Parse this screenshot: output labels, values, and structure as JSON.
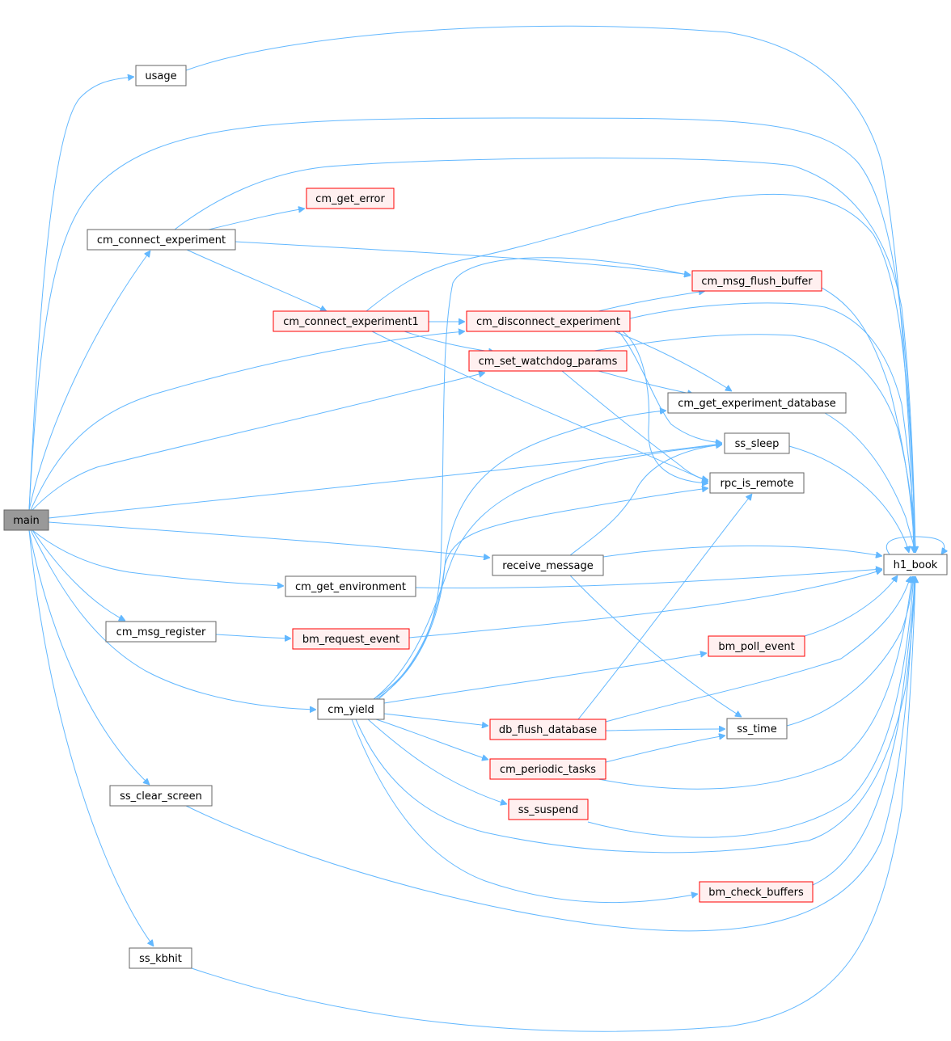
{
  "colors": {
    "edge": "#63b8ff",
    "node_border": "#666666",
    "node_fill": "#ffffff",
    "root_fill": "#999999",
    "external_border": "#ff0000",
    "external_fill": "#fff0f0"
  },
  "nodes": [
    {
      "id": "main",
      "label": "main",
      "style": "root"
    },
    {
      "id": "usage",
      "label": "usage",
      "style": "plain"
    },
    {
      "id": "cm_connect_experiment",
      "label": "cm_connect_experiment",
      "style": "plain"
    },
    {
      "id": "cm_get_error",
      "label": "cm_get_error",
      "style": "red"
    },
    {
      "id": "cm_connect_experiment1",
      "label": "cm_connect_experiment1",
      "style": "red"
    },
    {
      "id": "cm_msg_flush_buffer",
      "label": "cm_msg_flush_buffer",
      "style": "red"
    },
    {
      "id": "cm_disconnect_experiment",
      "label": "cm_disconnect_experiment",
      "style": "red"
    },
    {
      "id": "cm_set_watchdog_params",
      "label": "cm_set_watchdog_params",
      "style": "red"
    },
    {
      "id": "cm_get_experiment_database",
      "label": "cm_get_experiment_database",
      "style": "plain"
    },
    {
      "id": "ss_sleep",
      "label": "ss_sleep",
      "style": "plain"
    },
    {
      "id": "rpc_is_remote",
      "label": "rpc_is_remote",
      "style": "plain"
    },
    {
      "id": "receive_message",
      "label": "receive_message",
      "style": "plain"
    },
    {
      "id": "h1_book",
      "label": "h1_book",
      "style": "plain"
    },
    {
      "id": "cm_get_environment",
      "label": "cm_get_environment",
      "style": "plain"
    },
    {
      "id": "cm_msg_register",
      "label": "cm_msg_register",
      "style": "plain"
    },
    {
      "id": "bm_request_event",
      "label": "bm_request_event",
      "style": "red"
    },
    {
      "id": "bm_poll_event",
      "label": "bm_poll_event",
      "style": "red"
    },
    {
      "id": "cm_yield",
      "label": "cm_yield",
      "style": "plain"
    },
    {
      "id": "db_flush_database",
      "label": "db_flush_database",
      "style": "red"
    },
    {
      "id": "ss_time",
      "label": "ss_time",
      "style": "plain"
    },
    {
      "id": "cm_periodic_tasks",
      "label": "cm_periodic_tasks",
      "style": "red"
    },
    {
      "id": "ss_suspend",
      "label": "ss_suspend",
      "style": "red"
    },
    {
      "id": "ss_clear_screen",
      "label": "ss_clear_screen",
      "style": "plain"
    },
    {
      "id": "bm_check_buffers",
      "label": "bm_check_buffers",
      "style": "red"
    },
    {
      "id": "ss_kbhit",
      "label": "ss_kbhit",
      "style": "plain"
    }
  ],
  "edges": [
    {
      "from": "main",
      "to": "usage"
    },
    {
      "from": "main",
      "to": "h1_book"
    },
    {
      "from": "main",
      "to": "cm_connect_experiment"
    },
    {
      "from": "main",
      "to": "cm_disconnect_experiment"
    },
    {
      "from": "main",
      "to": "cm_set_watchdog_params"
    },
    {
      "from": "main",
      "to": "ss_sleep"
    },
    {
      "from": "main",
      "to": "receive_message"
    },
    {
      "from": "main",
      "to": "cm_get_environment"
    },
    {
      "from": "main",
      "to": "cm_msg_register"
    },
    {
      "from": "main",
      "to": "cm_yield"
    },
    {
      "from": "main",
      "to": "ss_clear_screen"
    },
    {
      "from": "main",
      "to": "ss_kbhit"
    },
    {
      "from": "usage",
      "to": "h1_book"
    },
    {
      "from": "cm_connect_experiment",
      "to": "h1_book"
    },
    {
      "from": "cm_connect_experiment",
      "to": "cm_get_error"
    },
    {
      "from": "cm_connect_experiment",
      "to": "cm_msg_flush_buffer"
    },
    {
      "from": "cm_connect_experiment",
      "to": "cm_connect_experiment1"
    },
    {
      "from": "cm_connect_experiment1",
      "to": "h1_book"
    },
    {
      "from": "cm_connect_experiment1",
      "to": "cm_disconnect_experiment"
    },
    {
      "from": "cm_connect_experiment1",
      "to": "cm_set_watchdog_params"
    },
    {
      "from": "cm_connect_experiment1",
      "to": "rpc_is_remote"
    },
    {
      "from": "cm_msg_flush_buffer",
      "to": "h1_book"
    },
    {
      "from": "cm_disconnect_experiment",
      "to": "cm_msg_flush_buffer"
    },
    {
      "from": "cm_disconnect_experiment",
      "to": "h1_book"
    },
    {
      "from": "cm_disconnect_experiment",
      "to": "cm_get_experiment_database"
    },
    {
      "from": "cm_disconnect_experiment",
      "to": "ss_sleep"
    },
    {
      "from": "cm_disconnect_experiment",
      "to": "rpc_is_remote"
    },
    {
      "from": "cm_set_watchdog_params",
      "to": "h1_book"
    },
    {
      "from": "cm_set_watchdog_params",
      "to": "cm_get_experiment_database"
    },
    {
      "from": "cm_set_watchdog_params",
      "to": "rpc_is_remote"
    },
    {
      "from": "cm_get_experiment_database",
      "to": "h1_book"
    },
    {
      "from": "ss_sleep",
      "to": "h1_book"
    },
    {
      "from": "receive_message",
      "to": "h1_book"
    },
    {
      "from": "receive_message",
      "to": "ss_sleep"
    },
    {
      "from": "receive_message",
      "to": "ss_time"
    },
    {
      "from": "h1_book",
      "to": "h1_book"
    },
    {
      "from": "cm_get_environment",
      "to": "h1_book"
    },
    {
      "from": "cm_msg_register",
      "to": "bm_request_event"
    },
    {
      "from": "bm_request_event",
      "to": "h1_book"
    },
    {
      "from": "bm_poll_event",
      "to": "h1_book"
    },
    {
      "from": "cm_yield",
      "to": "cm_msg_flush_buffer"
    },
    {
      "from": "cm_yield",
      "to": "cm_get_experiment_database"
    },
    {
      "from": "cm_yield",
      "to": "ss_sleep"
    },
    {
      "from": "cm_yield",
      "to": "rpc_is_remote"
    },
    {
      "from": "cm_yield",
      "to": "bm_poll_event"
    },
    {
      "from": "cm_yield",
      "to": "db_flush_database"
    },
    {
      "from": "cm_yield",
      "to": "cm_periodic_tasks"
    },
    {
      "from": "cm_yield",
      "to": "ss_suspend"
    },
    {
      "from": "cm_yield",
      "to": "h1_book"
    },
    {
      "from": "cm_yield",
      "to": "bm_check_buffers"
    },
    {
      "from": "db_flush_database",
      "to": "h1_book"
    },
    {
      "from": "db_flush_database",
      "to": "ss_time"
    },
    {
      "from": "db_flush_database",
      "to": "rpc_is_remote"
    },
    {
      "from": "ss_time",
      "to": "h1_book"
    },
    {
      "from": "cm_periodic_tasks",
      "to": "ss_time"
    },
    {
      "from": "cm_periodic_tasks",
      "to": "h1_book"
    },
    {
      "from": "ss_suspend",
      "to": "h1_book"
    },
    {
      "from": "ss_clear_screen",
      "to": "h1_book"
    },
    {
      "from": "bm_check_buffers",
      "to": "h1_book"
    },
    {
      "from": "ss_kbhit",
      "to": "h1_book"
    }
  ]
}
